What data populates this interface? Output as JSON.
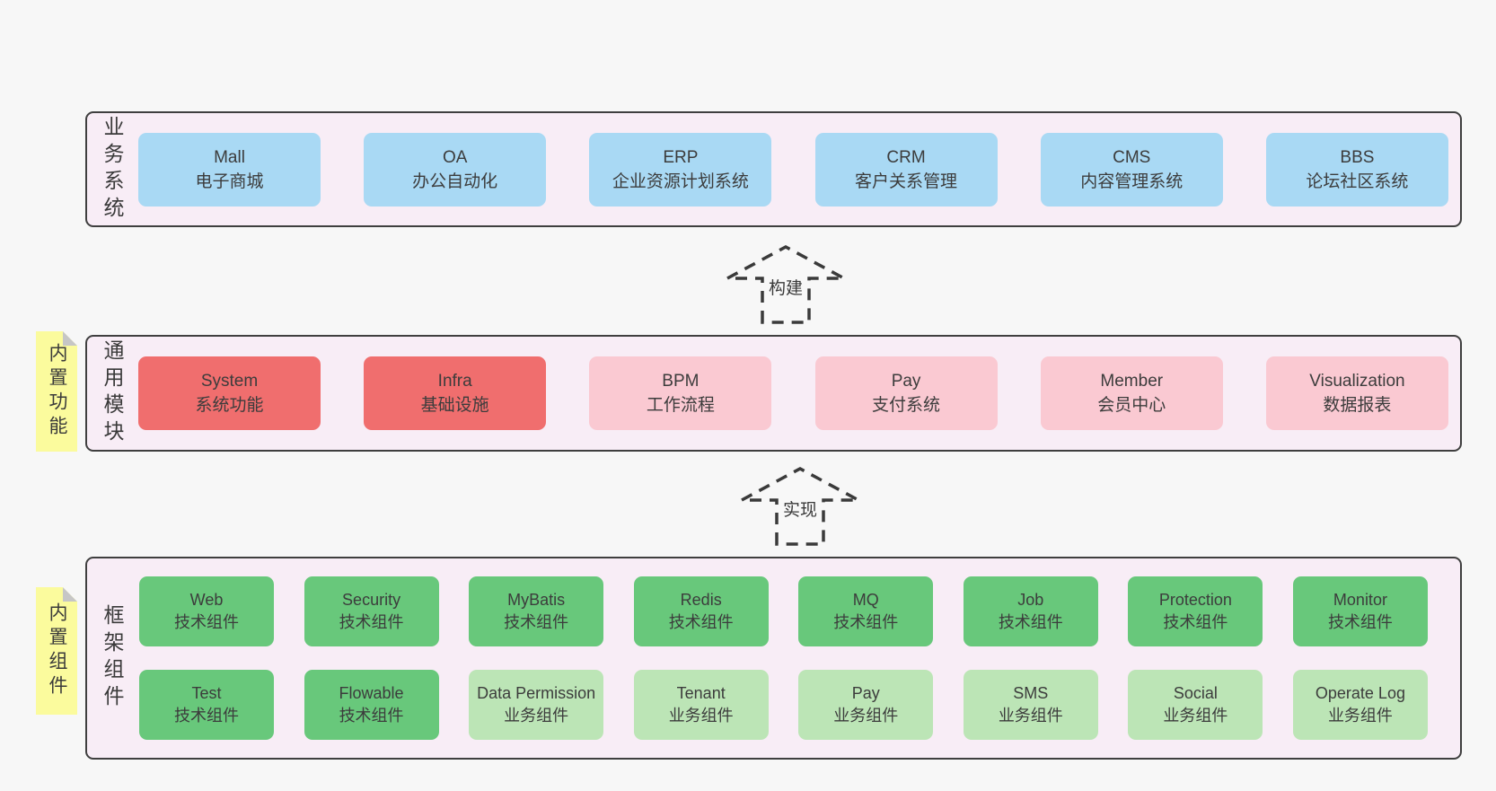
{
  "colors": {
    "page_bg": "#f7f7f7",
    "band_bg": "#f8edf6",
    "band_border": "#3f3f3f",
    "blue_box": "#a9d9f4",
    "red_box": "#f06e6e",
    "pink_box": "#fac9d2",
    "dark_green_box": "#68c87b",
    "light_green_box": "#bce5b6",
    "note_yellow": "#fbfb9d",
    "text": "#3c3c3c"
  },
  "bands": [
    {
      "label": "业务系统",
      "boxes": [
        {
          "title": "Mall",
          "subtitle": "电子商城"
        },
        {
          "title": "OA",
          "subtitle": "办公自动化"
        },
        {
          "title": "ERP",
          "subtitle": "企业资源计划系统"
        },
        {
          "title": "CRM",
          "subtitle": "客户关系管理"
        },
        {
          "title": "CMS",
          "subtitle": "内容管理系统"
        },
        {
          "title": "BBS",
          "subtitle": "论坛社区系统"
        }
      ]
    },
    {
      "label": "通用模块",
      "note": "内置功能",
      "boxes": [
        {
          "title": "System",
          "subtitle": "系统功能"
        },
        {
          "title": "Infra",
          "subtitle": "基础设施"
        },
        {
          "title": "BPM",
          "subtitle": "工作流程"
        },
        {
          "title": "Pay",
          "subtitle": "支付系统"
        },
        {
          "title": "Member",
          "subtitle": "会员中心"
        },
        {
          "title": "Visualization",
          "subtitle": "数据报表"
        }
      ]
    },
    {
      "label": "框架组件",
      "note": "内置组件",
      "row1": [
        {
          "title": "Web",
          "subtitle": "技术组件"
        },
        {
          "title": "Security",
          "subtitle": "技术组件"
        },
        {
          "title": "MyBatis",
          "subtitle": "技术组件"
        },
        {
          "title": "Redis",
          "subtitle": "技术组件"
        },
        {
          "title": "MQ",
          "subtitle": "技术组件"
        },
        {
          "title": "Job",
          "subtitle": "技术组件"
        },
        {
          "title": "Protection",
          "subtitle": "技术组件"
        },
        {
          "title": "Monitor",
          "subtitle": "技术组件"
        }
      ],
      "row2": [
        {
          "title": "Test",
          "subtitle": "技术组件"
        },
        {
          "title": "Flowable",
          "subtitle": "技术组件"
        },
        {
          "title": "Data Permission",
          "subtitle": "业务组件"
        },
        {
          "title": "Tenant",
          "subtitle": "业务组件"
        },
        {
          "title": "Pay",
          "subtitle": "业务组件"
        },
        {
          "title": "SMS",
          "subtitle": "业务组件"
        },
        {
          "title": "Social",
          "subtitle": "业务组件"
        },
        {
          "title": "Operate Log",
          "subtitle": "业务组件"
        }
      ]
    }
  ],
  "arrows": [
    {
      "label": "构建"
    },
    {
      "label": "实现"
    }
  ]
}
